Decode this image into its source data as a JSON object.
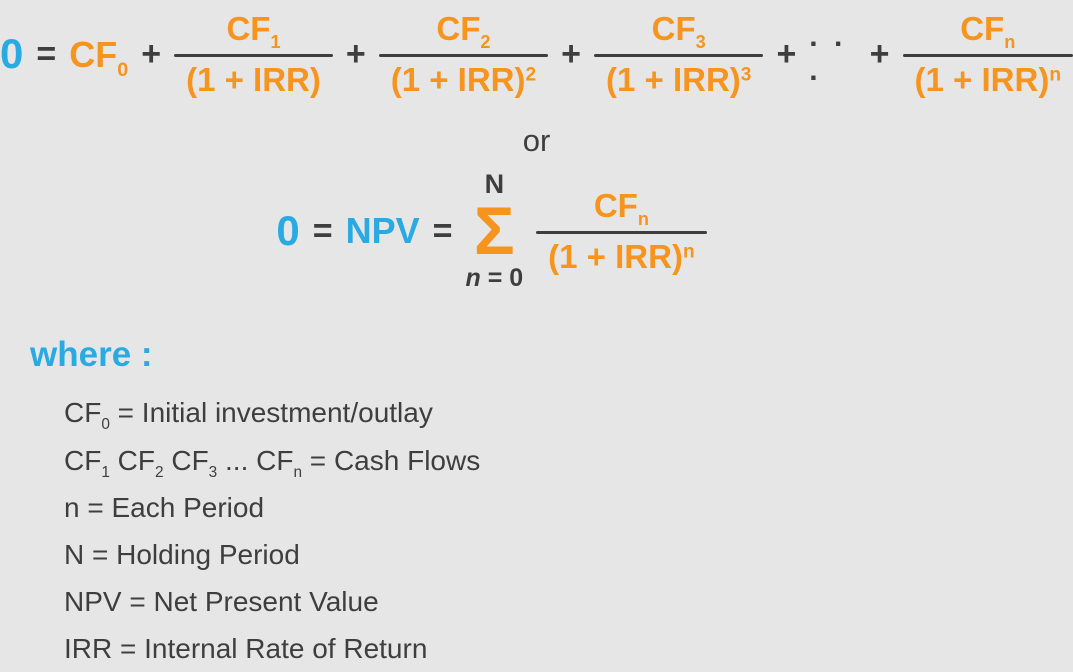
{
  "colors": {
    "background": "#e6e6e6",
    "blue": "#29abe2",
    "orange": "#f7941e",
    "dark": "#3e3e3e"
  },
  "formula1": {
    "lhs": "0",
    "equals": "=",
    "plus": "+",
    "dots": ". . .",
    "first_term": {
      "base": "CF",
      "sub": "0"
    },
    "terms": [
      {
        "num_base": "CF",
        "num_sub": "1",
        "den_base": "(1 + IRR)",
        "den_sup": ""
      },
      {
        "num_base": "CF",
        "num_sub": "2",
        "den_base": "(1 + IRR)",
        "den_sup": "2"
      },
      {
        "num_base": "CF",
        "num_sub": "3",
        "den_base": "(1 + IRR)",
        "den_sup": "3"
      },
      {
        "num_base": "CF",
        "num_sub": "n",
        "den_base": "(1 + IRR)",
        "den_sup": "n"
      }
    ]
  },
  "or_text": "or",
  "formula2": {
    "lhs": "0",
    "equals1": "=",
    "npv": "NPV",
    "equals2": "=",
    "sigma": "Σ",
    "sigma_upper": "N",
    "sigma_lower_var": "n",
    "sigma_lower_rest": " = 0",
    "term": {
      "num_base": "CF",
      "num_sub": "n",
      "den_base": "(1 + IRR)",
      "den_sup": "n"
    }
  },
  "where": {
    "heading": "where :",
    "cf0": {
      "base": "CF",
      "sub": "0",
      "rest": " = Initial investment/outlay"
    },
    "cfs": {
      "b1": "CF",
      "s1": "1",
      "b2": "CF",
      "s2": "2",
      "b3": "CF",
      "s3": "3",
      "dots": "...",
      "b4": "CF",
      "s4": "n",
      "rest": " = Cash Flows"
    },
    "n_def": "n = Each Period",
    "N_def": "N = Holding Period",
    "npv_def": "NPV = Net Present Value",
    "irr_def": "IRR = Internal Rate of Return"
  }
}
